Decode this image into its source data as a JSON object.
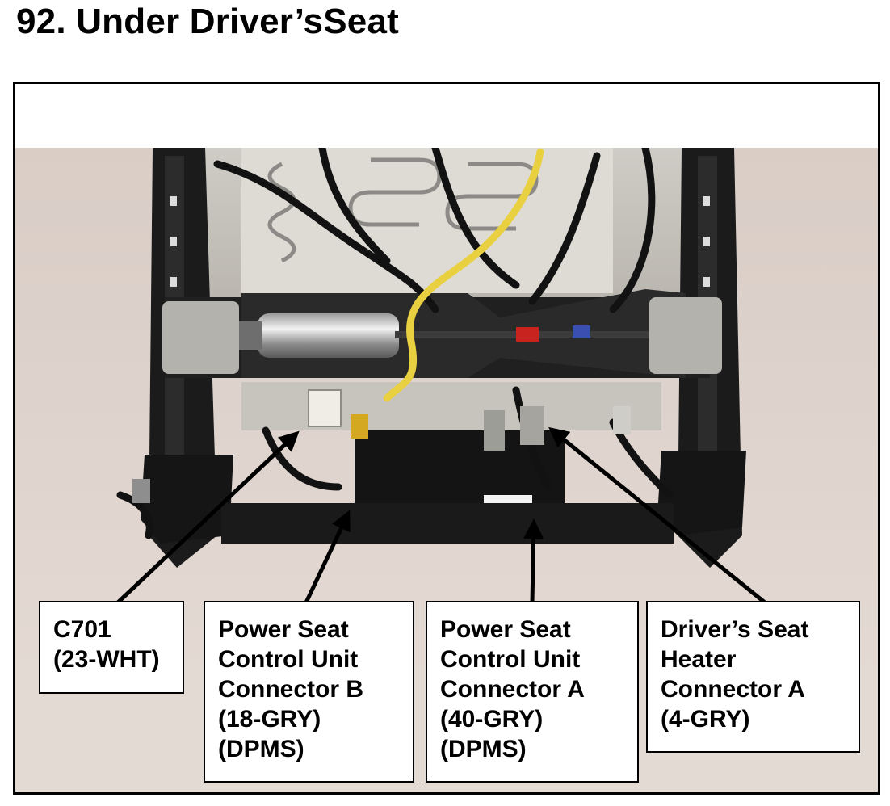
{
  "page": {
    "title": "92.  Under Driver’sSeat"
  },
  "callouts": [
    {
      "id": "c701",
      "lines": [
        "C701",
        "(23-WHT)"
      ]
    },
    {
      "id": "pscu-b",
      "lines": [
        "Power Seat",
        "Control Unit",
        "Connector B",
        "(18-GRY)",
        "(DPMS)"
      ]
    },
    {
      "id": "pscu-a",
      "lines": [
        "Power Seat",
        "Control Unit",
        "Connector A",
        "(40-GRY)",
        "(DPMS)"
      ]
    },
    {
      "id": "seat-heater-a",
      "lines": [
        "Driver’s Seat",
        "Heater",
        "Connector A",
        "(4-GRY)"
      ]
    }
  ],
  "colors": {
    "text": "#000000",
    "border": "#000000",
    "background": "#ffffff"
  }
}
